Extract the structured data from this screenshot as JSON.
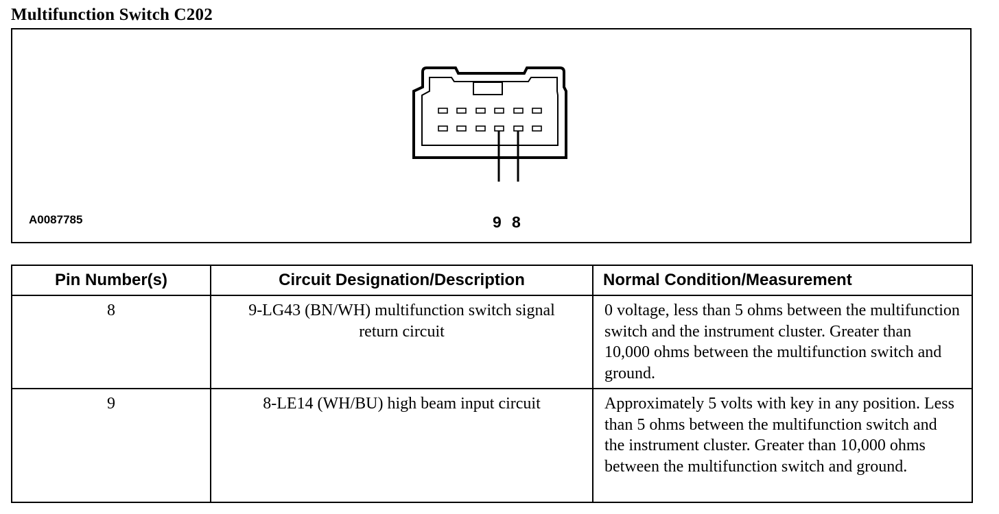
{
  "title": "Multifunction Switch C202",
  "figure": {
    "pin_labels": [
      "9",
      "8"
    ],
    "figure_id": "A0087785"
  },
  "table": {
    "headers": [
      "Pin Number(s)",
      "Circuit Designation/Description",
      "Normal Condition/Measurement"
    ],
    "rows": [
      {
        "pin": "8",
        "circuit": "9-LG43 (BN/WH) multifunction switch signal return circuit",
        "condition": "0 voltage, less than 5 ohms between the multifunction switch and the instrument cluster. Greater than 10,000 ohms between the multifunction switch and ground."
      },
      {
        "pin": "9",
        "circuit": "8-LE14 (WH/BU) high beam input circuit",
        "condition": "Approximately 5 volts with key in any position. Less than 5 ohms between the multifunction switch and the instrument cluster. Greater than 10,000 ohms between the multifunction switch and ground."
      }
    ]
  }
}
